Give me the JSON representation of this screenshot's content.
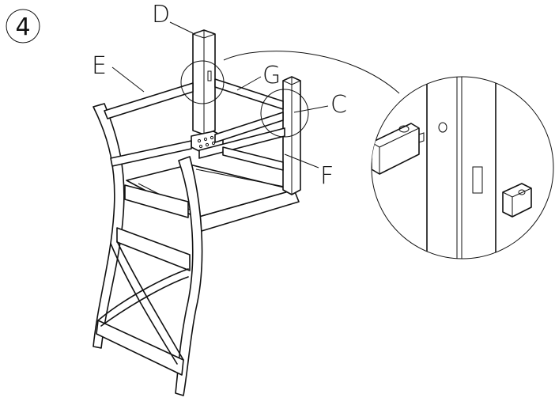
{
  "step_number": "4",
  "labels": {
    "D": "D",
    "E": "E",
    "G": "G",
    "C": "C",
    "F": "F"
  }
}
